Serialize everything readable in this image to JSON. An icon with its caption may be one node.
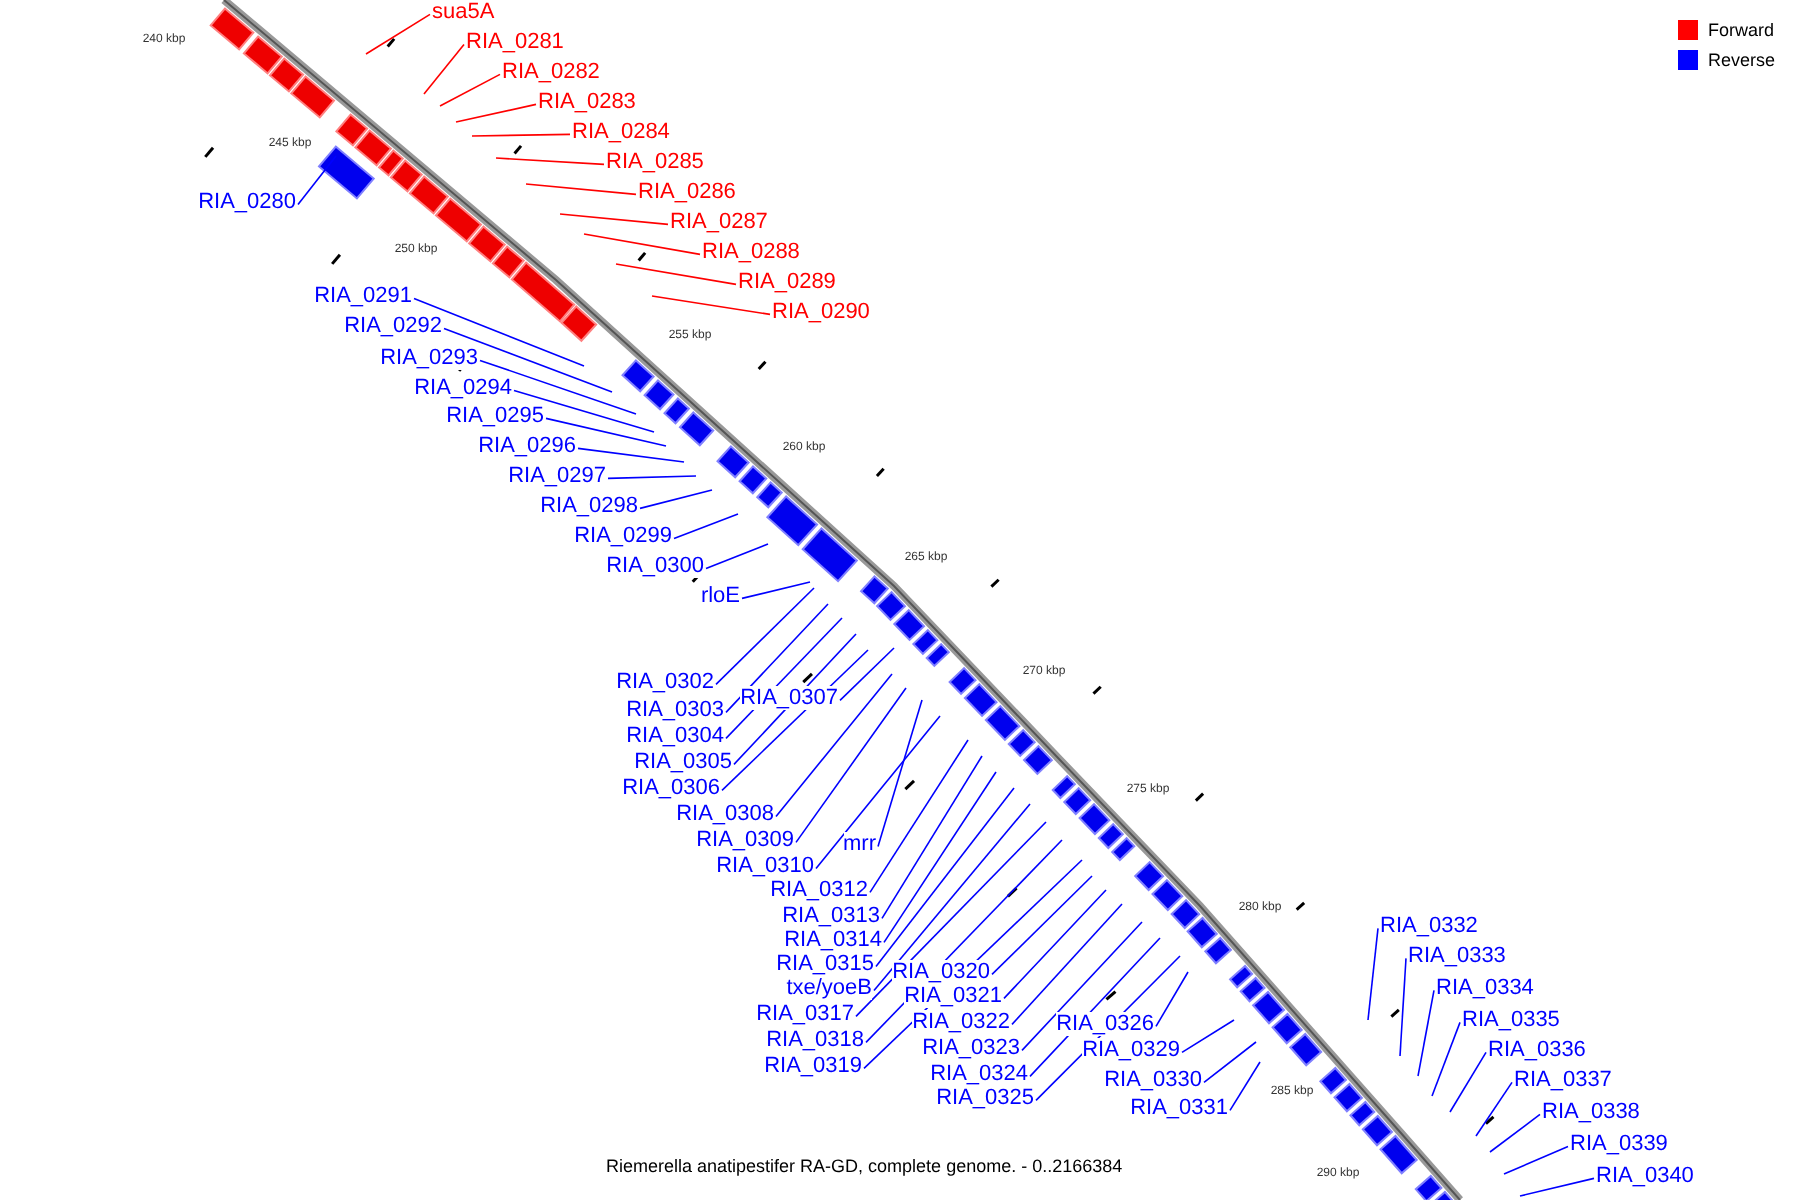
{
  "diagram": {
    "caption": "Riemerella anatipestifer RA-GD, complete genome. - 0..2166384",
    "nodes": [
      {
        "text": [
          "sua5A"
        ]
      },
      {
        "text": [
          "RIA_0281"
        ]
      },
      {
        "text": [
          "RIA_0282"
        ]
      },
      {
        "text": [
          "RIA_0283"
        ]
      },
      {
        "text": [
          "RIA_0284"
        ]
      },
      {
        "text": [
          "RIA_0285"
        ]
      },
      {
        "text": [
          "RIA_0286"
        ]
      },
      {
        "text": [
          "RIA_0287"
        ]
      },
      {
        "text": [
          "RIA_0288"
        ]
      },
      {
        "text": [
          "RIA_0289"
        ]
      },
      {
        "text": [
          "RIA_0290"
        ]
      },
      {
        "text": [
          "RIA_0280"
        ]
      },
      {
        "text": [
          "RIA_0291"
        ]
      },
      {
        "text": [
          "RIA_0292"
        ]
      },
      {
        "text": [
          "RIA_0293"
        ]
      },
      {
        "text": [
          "RIA_0294"
        ]
      },
      {
        "text": [
          "RIA_0295"
        ]
      },
      {
        "text": [
          "RIA_0296"
        ]
      },
      {
        "text": [
          "RIA_0297"
        ]
      },
      {
        "text": [
          "RIA_0298"
        ]
      },
      {
        "text": [
          "RIA_0299"
        ]
      },
      {
        "text": [
          "RIA_0300"
        ]
      },
      {
        "text": [
          "rloE"
        ]
      },
      {
        "text": [
          "RIA_0302"
        ]
      },
      {
        "text": [
          "RIA_0303"
        ]
      },
      {
        "text": [
          "RIA_0304"
        ]
      },
      {
        "text": [
          "RIA_0305"
        ]
      },
      {
        "text": [
          "RIA_0306"
        ]
      },
      {
        "text": [
          "RIA_0307"
        ]
      },
      {
        "text": [
          "RIA_0308"
        ]
      },
      {
        "text": [
          "RIA_0309"
        ]
      },
      {
        "text": [
          "mrr"
        ]
      },
      {
        "text": [
          "RIA_0310"
        ]
      },
      {
        "text": [
          "RIA_0312"
        ]
      },
      {
        "text": [
          "RIA_0313"
        ]
      },
      {
        "text": [
          "RIA_0314"
        ]
      },
      {
        "text": [
          "RIA_0315"
        ]
      },
      {
        "text": [
          "txe/yoeB"
        ]
      },
      {
        "text": [
          "RIA_0317"
        ]
      },
      {
        "text": [
          "RIA_0318"
        ]
      },
      {
        "text": [
          "RIA_0319"
        ]
      },
      {
        "text": [
          "RIA_0320"
        ]
      },
      {
        "text": [
          "RIA_0321"
        ]
      },
      {
        "text": [
          "RIA_0322"
        ]
      },
      {
        "text": [
          "RIA_0323"
        ]
      },
      {
        "text": [
          "RIA_0324"
        ]
      },
      {
        "text": [
          "RIA_0325"
        ]
      },
      {
        "text": [
          "RIA_0326"
        ]
      },
      {
        "text": [
          "RIA_0329"
        ]
      },
      {
        "text": [
          "RIA_0330"
        ]
      },
      {
        "text": [
          "RIA_0331"
        ]
      },
      {
        "text": [
          "RIA_0332"
        ]
      },
      {
        "text": [
          "RIA_0333"
        ]
      },
      {
        "text": [
          "RIA_0334"
        ]
      },
      {
        "text": [
          "RIA_0335"
        ]
      },
      {
        "text": [
          "RIA_0336"
        ]
      },
      {
        "text": [
          "RIA_0337"
        ]
      },
      {
        "text": [
          "RIA_0338"
        ]
      },
      {
        "text": [
          "RIA_0339"
        ]
      },
      {
        "text": [
          "RIA_0340"
        ]
      }
    ],
    "edges": [
      {
        "from": 0,
        "to": null,
        "arrow": "none",
        "color": "#ff0000"
      },
      {
        "from": 1,
        "to": null,
        "arrow": "none",
        "color": "#ff0000"
      },
      {
        "from": 2,
        "to": null,
        "arrow": "none",
        "color": "#ff0000"
      },
      {
        "from": 3,
        "to": null,
        "arrow": "none",
        "color": "#ff0000"
      },
      {
        "from": 4,
        "to": null,
        "arrow": "none",
        "color": "#ff0000"
      },
      {
        "from": 5,
        "to": null,
        "arrow": "none",
        "color": "#ff0000"
      },
      {
        "from": 6,
        "to": null,
        "arrow": "none",
        "color": "#ff0000"
      },
      {
        "from": 7,
        "to": null,
        "arrow": "none",
        "color": "#ff0000"
      },
      {
        "from": 8,
        "to": null,
        "arrow": "none",
        "color": "#ff0000"
      },
      {
        "from": 9,
        "to": null,
        "arrow": "none",
        "color": "#ff0000"
      },
      {
        "from": 10,
        "to": null,
        "arrow": "none",
        "color": "#ff0000"
      },
      {
        "from": 11,
        "to": null,
        "arrow": "none"
      },
      {
        "from": 12,
        "to": null,
        "arrow": "none"
      },
      {
        "from": 13,
        "to": null,
        "arrow": "none"
      },
      {
        "from": 14,
        "to": null,
        "arrow": "none"
      },
      {
        "from": 15,
        "to": null,
        "arrow": "none"
      },
      {
        "from": 16,
        "to": null,
        "arrow": "none"
      },
      {
        "from": 17,
        "to": null,
        "arrow": "none"
      },
      {
        "from": 18,
        "to": null,
        "arrow": "none"
      },
      {
        "from": 19,
        "to": null,
        "arrow": "none"
      },
      {
        "from": 20,
        "to": null,
        "arrow": "none"
      },
      {
        "from": 21,
        "to": null,
        "arrow": "none"
      },
      {
        "from": 22,
        "to": null,
        "arrow": "none"
      },
      {
        "from": 23,
        "to": null,
        "arrow": "none"
      },
      {
        "from": 24,
        "to": null,
        "arrow": "none"
      },
      {
        "from": 25,
        "to": null,
        "arrow": "none"
      },
      {
        "from": 26,
        "to": null,
        "arrow": "none"
      },
      {
        "from": 27,
        "to": null,
        "arrow": "none"
      },
      {
        "from": 28,
        "to": null,
        "arrow": "none"
      },
      {
        "from": 29,
        "to": null,
        "arrow": "none"
      },
      {
        "from": 30,
        "to": null,
        "arrow": "none"
      },
      {
        "from": 31,
        "to": null,
        "arrow": "none"
      },
      {
        "from": 32,
        "to": null,
        "arrow": "none"
      },
      {
        "from": 33,
        "to": null,
        "arrow": "none"
      },
      {
        "from": 34,
        "to": null,
        "arrow": "none"
      },
      {
        "from": 35,
        "to": null,
        "arrow": "none"
      },
      {
        "from": 36,
        "to": null,
        "arrow": "none"
      },
      {
        "from": 37,
        "to": null,
        "arrow": "none"
      },
      {
        "from": 38,
        "to": null,
        "arrow": "none"
      },
      {
        "from": 39,
        "to": null,
        "arrow": "none"
      },
      {
        "from": 40,
        "to": null,
        "arrow": "none"
      },
      {
        "from": 41,
        "to": null,
        "arrow": "none"
      },
      {
        "from": 42,
        "to": null,
        "arrow": "none"
      },
      {
        "from": 43,
        "to": null,
        "arrow": "none"
      },
      {
        "from": 44,
        "to": null,
        "arrow": "none"
      },
      {
        "from": 45,
        "to": null,
        "arrow": "none"
      },
      {
        "from": 46,
        "to": null,
        "arrow": "none"
      },
      {
        "from": 47,
        "to": null,
        "arrow": "none"
      },
      {
        "from": 48,
        "to": null,
        "arrow": "none"
      },
      {
        "from": 49,
        "to": null,
        "arrow": "none"
      },
      {
        "from": 50,
        "to": null,
        "arrow": "none"
      },
      {
        "from": 51,
        "to": null,
        "arrow": "none"
      },
      {
        "from": 52,
        "to": null,
        "arrow": "none"
      },
      {
        "from": 53,
        "to": null,
        "arrow": "none"
      },
      {
        "from": 54,
        "to": null,
        "arrow": "none"
      },
      {
        "from": 55,
        "to": null,
        "arrow": "none"
      },
      {
        "from": 56,
        "to": null,
        "arrow": "none"
      },
      {
        "from": 57,
        "to": null,
        "arrow": "none"
      },
      {
        "from": 58,
        "to": null,
        "arrow": "none"
      },
      {
        "from": 59,
        "to": null,
        "arrow": "none"
      }
    ],
    "labels": [
      "240 kbp",
      "245 kbp",
      "250 kbp",
      "255 kbp",
      "260 kbp",
      "265 kbp",
      "270 kbp",
      "275 kbp",
      "280 kbp",
      "285 kbp",
      "290 kbp"
    ],
    "legend": [
      {
        "text": "Forward",
        "color": "#ff0000"
      },
      {
        "text": "Reverse",
        "color": "#0000ff"
      }
    ]
  }
}
